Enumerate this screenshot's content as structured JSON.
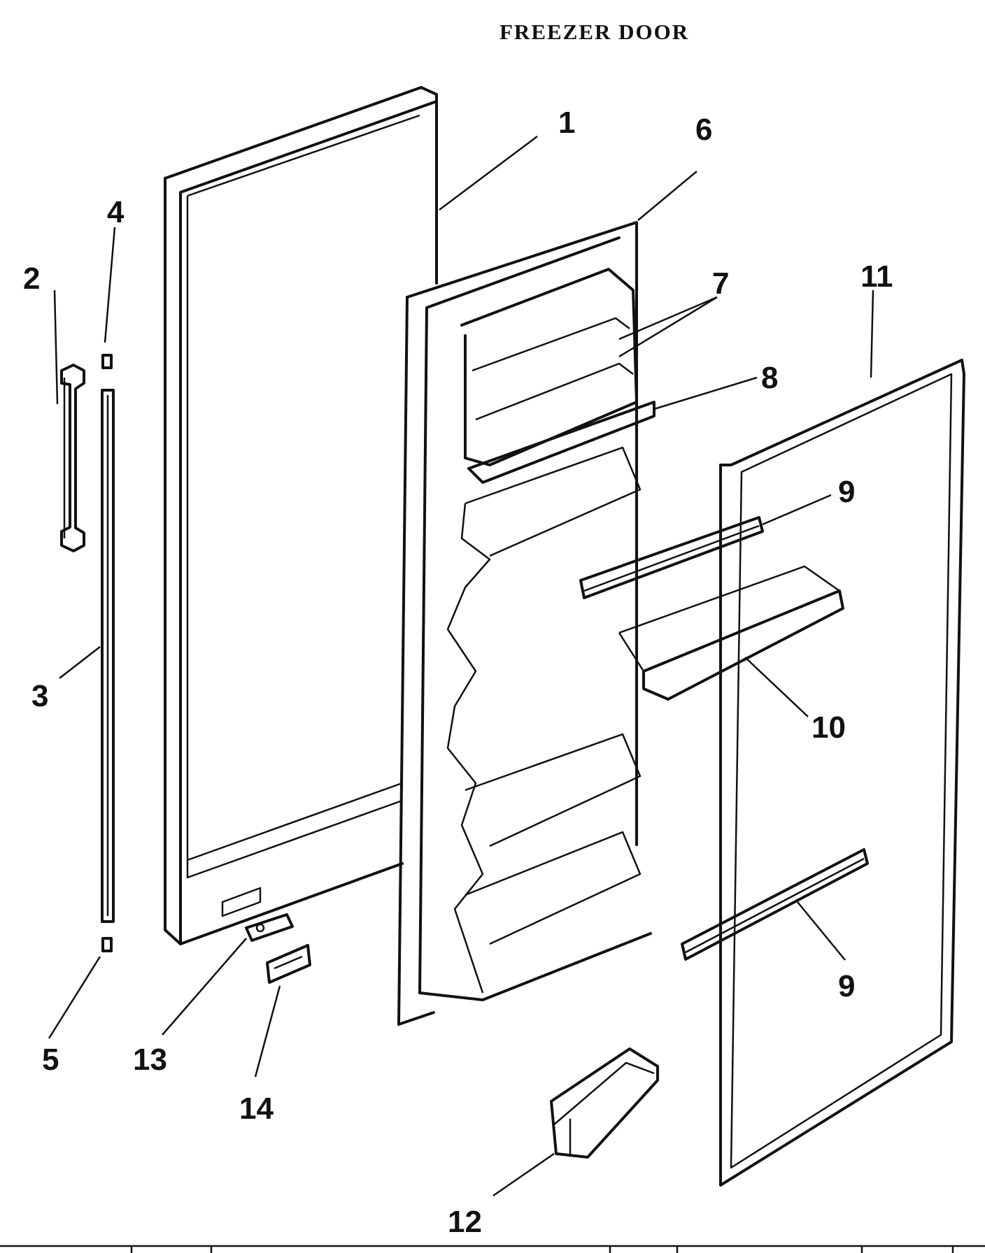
{
  "diagram": {
    "title": "FREEZER DOOR",
    "callouts": {
      "c1": "1",
      "c2": "2",
      "c3": "3",
      "c4": "4",
      "c5": "5",
      "c6": "6",
      "c7": "7",
      "c8": "8",
      "c9a": "9",
      "c9b": "9",
      "c10": "10",
      "c11": "11",
      "c12": "12",
      "c13": "13",
      "c14": "14"
    }
  }
}
